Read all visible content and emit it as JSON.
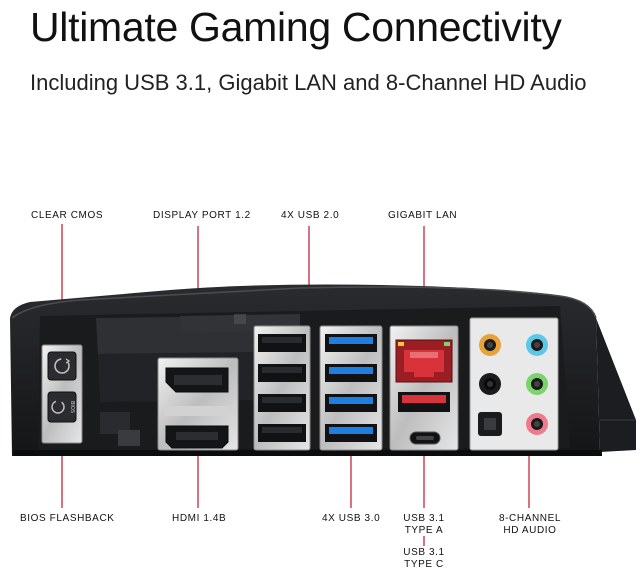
{
  "header": {
    "title": "Ultimate Gaming Connectivity",
    "subtitle": "Including USB 3.1, Gigabit LAN and 8-Channel HD Audio"
  },
  "callouts_top": {
    "clear_cmos": "CLEAR CMOS",
    "display_port": "DISPLAY PORT 1.2",
    "usb20": "4X USB 2.0",
    "gigabit_lan": "GIGABIT LAN"
  },
  "callouts_bottom": {
    "bios_flashback": "BIOS FLASHBACK",
    "hdmi": "HDMI 1.4B",
    "usb30": "4X USB 3.0",
    "usb31a_line1": "USB 3.1",
    "usb31a_line2": "TYPE A",
    "usb31c_line1": "USB 3.1",
    "usb31c_line2": "TYPE C",
    "audio_line1": "8-CHANNEL",
    "audio_line2": "HD AUDIO"
  },
  "panel": {
    "bios_button_text": "BIOS"
  },
  "colors": {
    "callout_line": "#c0152a",
    "usb3_blue": "#1f7fe0",
    "usb31_red": "#d8323a",
    "audio_blue": "#5bc8e8",
    "audio_green": "#7ad36b",
    "audio_pink": "#ee7a8e",
    "audio_orange": "#e8a23a"
  }
}
